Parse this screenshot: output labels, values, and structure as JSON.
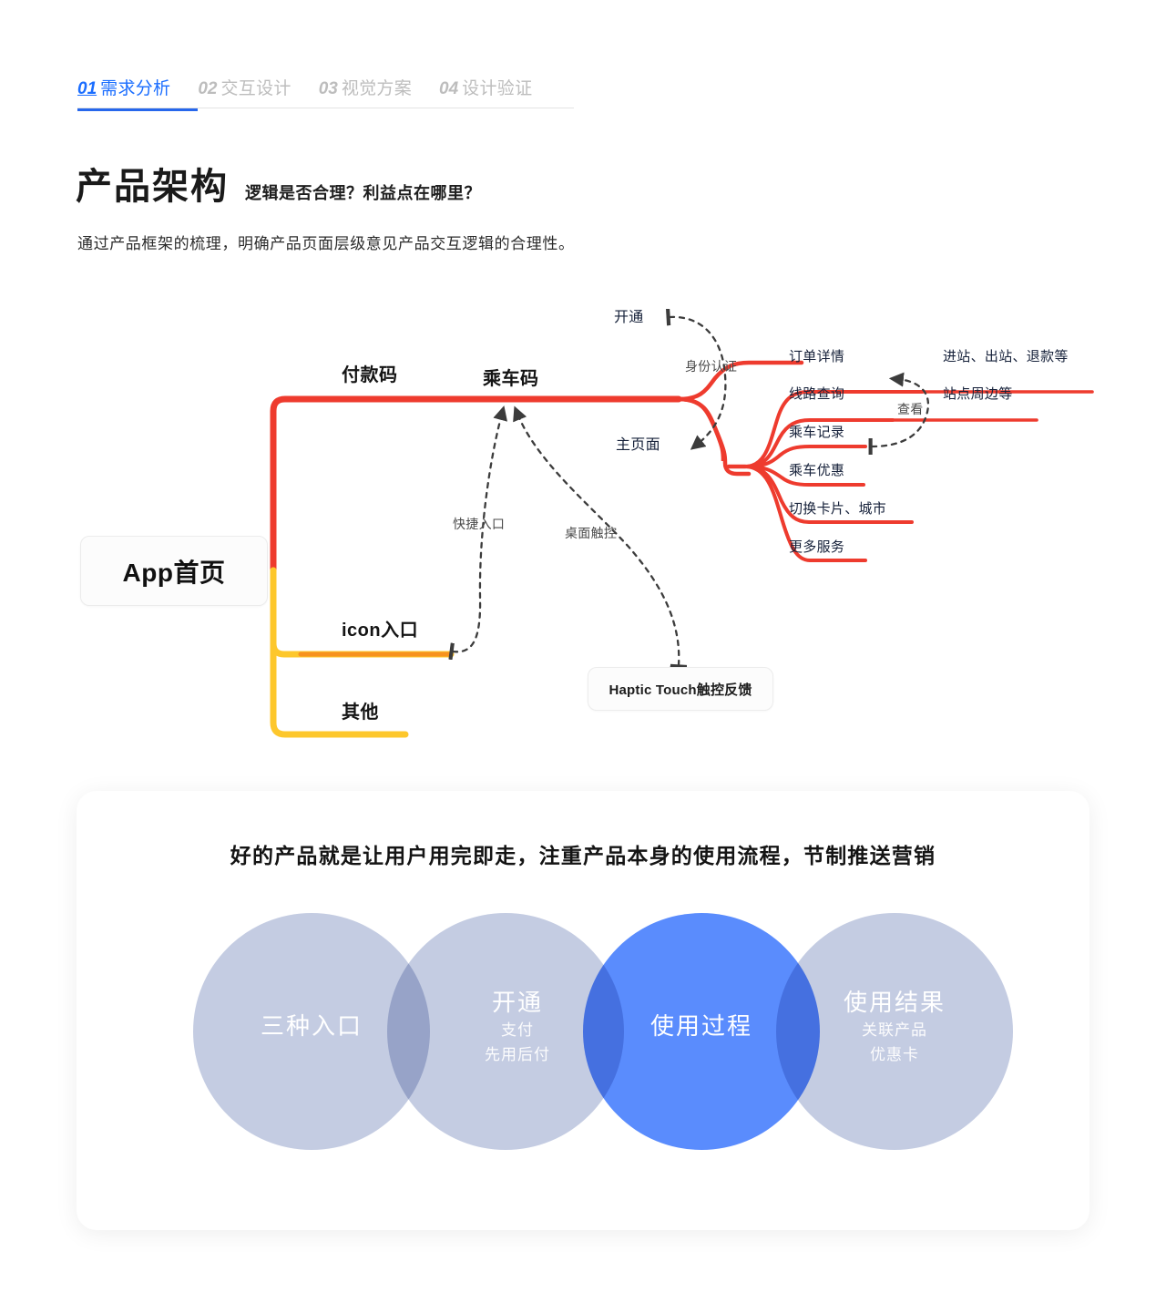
{
  "tabs": [
    {
      "num": "01",
      "label": "需求分析",
      "active": true
    },
    {
      "num": "02",
      "label": "交互设计",
      "active": false
    },
    {
      "num": "03",
      "label": "视觉方案",
      "active": false
    },
    {
      "num": "04",
      "label": "设计验证",
      "active": false
    }
  ],
  "header": {
    "title": "产品架构",
    "subtitle": "逻辑是否合理？利益点在哪里？",
    "description": "通过产品框架的梳理，明确产品页面层级意见产品交互逻辑的合理性。"
  },
  "diagram": {
    "root_label": "App首页",
    "haptic_label": "Haptic Touch触控反馈",
    "branch_payment": "付款码",
    "branch_icon": "icon入口",
    "branch_other": "其他",
    "ride_code": "乘车码",
    "open": "开通",
    "home_page": "主页面",
    "leaves": [
      "订单详情",
      "线路查询",
      "乘车记录",
      "乘车优惠",
      "切换卡片、城市",
      "更多服务"
    ],
    "sub_leaves": [
      "进站、出站、退款等",
      "站点周边等"
    ],
    "dash_labels": {
      "identity": "身份认证",
      "view": "查看",
      "quick_entry": "快捷入口",
      "desktop_touch": "桌面触控"
    },
    "colors": {
      "red": "#ee3b2e",
      "yellow": "#fdc72c",
      "orange": "#f7921e",
      "dash": "#3c3c3c"
    }
  },
  "card": {
    "heading": "好的产品就是让用户用完即走，注重产品本身的使用流程，节制推送营销",
    "circles": [
      {
        "title": "三种入口",
        "subs": [],
        "color": "#c4cce2",
        "kind": "grey"
      },
      {
        "title": "开通",
        "subs": [
          "支付",
          "先用后付"
        ],
        "color": "#c4cce2",
        "kind": "grey"
      },
      {
        "title": "使用过程",
        "subs": [],
        "color": "#5a8cfd",
        "kind": "blue"
      },
      {
        "title": "使用结果",
        "subs": [
          "关联产品",
          "优惠卡"
        ],
        "color": "#c4cce2",
        "kind": "grey"
      }
    ]
  }
}
